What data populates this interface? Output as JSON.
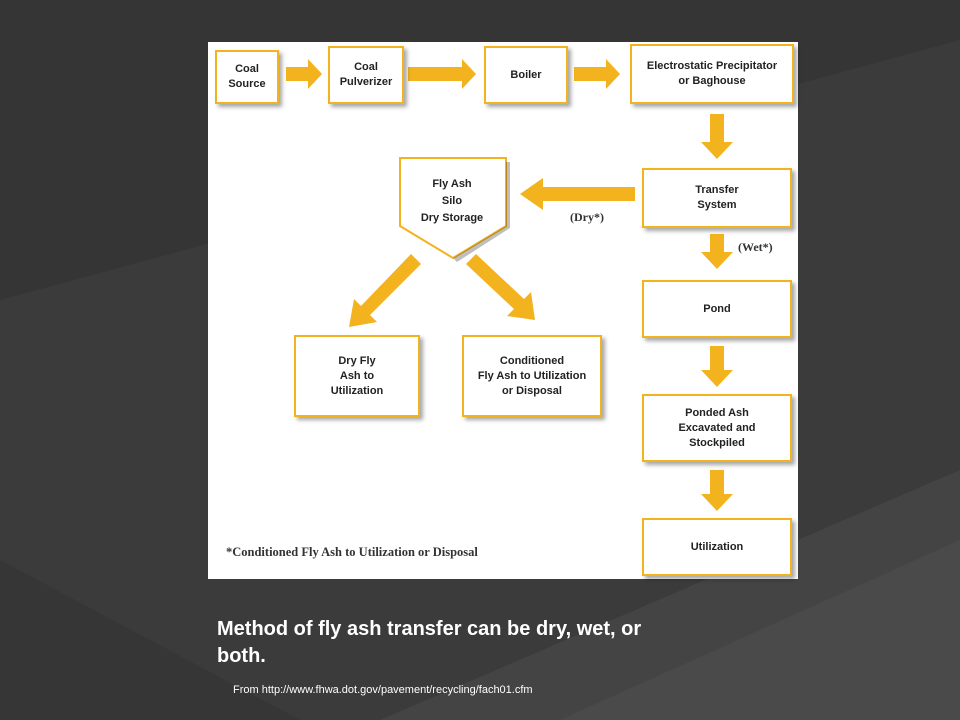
{
  "diagram": {
    "nodes": {
      "coal_source": "Coal\nSource",
      "coal_pulverizer": "Coal\nPulverizer",
      "boiler": "Boiler",
      "precipitator": "Electrostatic Precipitator\nor Baghouse",
      "transfer_system": "Transfer\nSystem",
      "silo": "Fly Ash\nSilo\nDry Storage",
      "pond": "Pond",
      "dry_fly_ash": "Dry Fly\nAsh to\nUtilization",
      "conditioned": "Conditioned\nFly Ash to Utilization\nor Disposal",
      "ponded_ash": "Ponded Ash\nExcavated and\nStockpiled",
      "utilization": "Utilization"
    },
    "edge_labels": {
      "dry": "(Dry*)",
      "wet": "(Wet*)"
    },
    "footnote": "*Conditioned Fly Ash to Utilization or Disposal",
    "colors": {
      "arrow": "#f2b31e",
      "border": "#f2b31e"
    }
  },
  "slide": {
    "caption": "Method of fly ash transfer can be dry, wet, or both.",
    "source": "From http://www.fhwa.dot.gov/pavement/recycling/fach01.cfm"
  }
}
